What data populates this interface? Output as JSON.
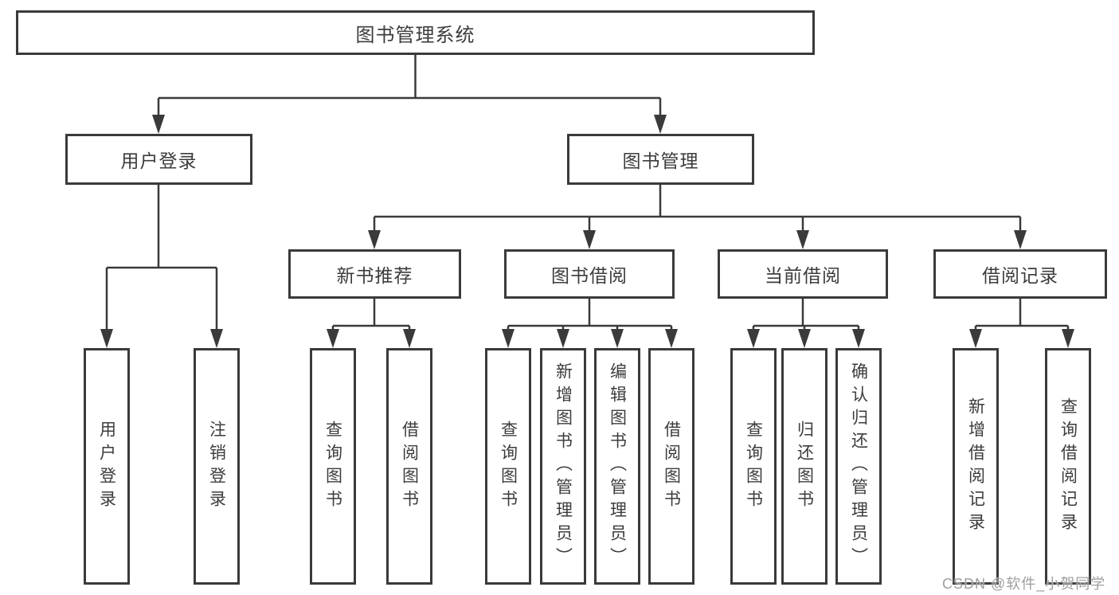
{
  "diagram": {
    "root": {
      "label": "图书管理系统",
      "children": [
        {
          "label": "用户登录",
          "children": [
            {
              "label": "用户登录"
            },
            {
              "label": "注销登录"
            }
          ]
        },
        {
          "label": "图书管理",
          "children": [
            {
              "label": "新书推荐",
              "children": [
                {
                  "label": "查询图书"
                },
                {
                  "label": "借阅图书"
                }
              ]
            },
            {
              "label": "图书借阅",
              "children": [
                {
                  "label": "查询图书"
                },
                {
                  "label": "新增图书（管理员）"
                },
                {
                  "label": "编辑图书（管理员）"
                },
                {
                  "label": "借阅图书"
                }
              ]
            },
            {
              "label": "当前借阅",
              "children": [
                {
                  "label": "查询图书"
                },
                {
                  "label": "归还图书"
                },
                {
                  "label": "确认归还（管理员）"
                }
              ]
            },
            {
              "label": "借阅记录",
              "children": [
                {
                  "label": "新增借阅记录"
                },
                {
                  "label": "查询借阅记录"
                }
              ]
            }
          ]
        }
      ]
    }
  },
  "watermark": {
    "text": "CSDN @软件_小贺同学"
  },
  "colors": {
    "line": "#3a3a3a",
    "text": "#3c3c3c",
    "watermark": "#9e9e9e",
    "background": "#ffffff"
  }
}
